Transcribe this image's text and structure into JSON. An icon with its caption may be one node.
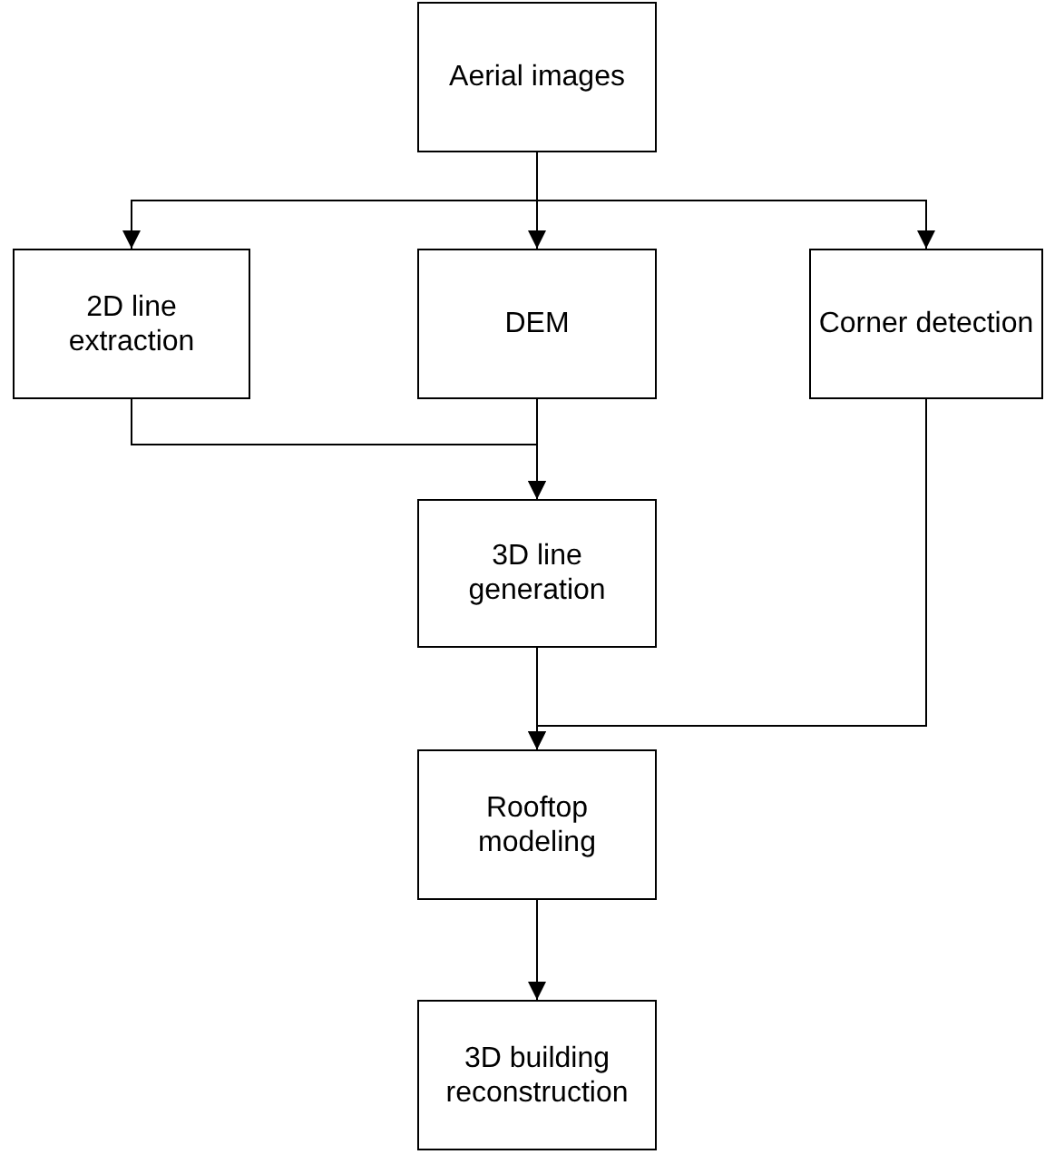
{
  "diagram": {
    "nodes": [
      {
        "text": [
          "Aerial images"
        ]
      },
      {
        "text": [
          "2D line extraction"
        ]
      },
      {
        "text": [
          "DEM"
        ]
      },
      {
        "text": [
          "Corner detection"
        ]
      },
      {
        "text": [
          "3D line generation"
        ]
      },
      {
        "text": [
          "Rooftop modeling"
        ]
      },
      {
        "text": [
          "3D building reconstruction"
        ]
      }
    ],
    "edges": [
      {
        "from": 0,
        "to": 1,
        "arrow": "to"
      },
      {
        "from": 0,
        "to": 2,
        "arrow": "to"
      },
      {
        "from": 0,
        "to": 3,
        "arrow": "to"
      },
      {
        "from": 1,
        "to": 4,
        "arrow": "to"
      },
      {
        "from": 2,
        "to": 4,
        "arrow": "to"
      },
      {
        "from": 4,
        "to": 5,
        "arrow": "to"
      },
      {
        "from": 3,
        "to": 5,
        "arrow": "to"
      },
      {
        "from": 5,
        "to": 6,
        "arrow": "to"
      }
    ]
  }
}
